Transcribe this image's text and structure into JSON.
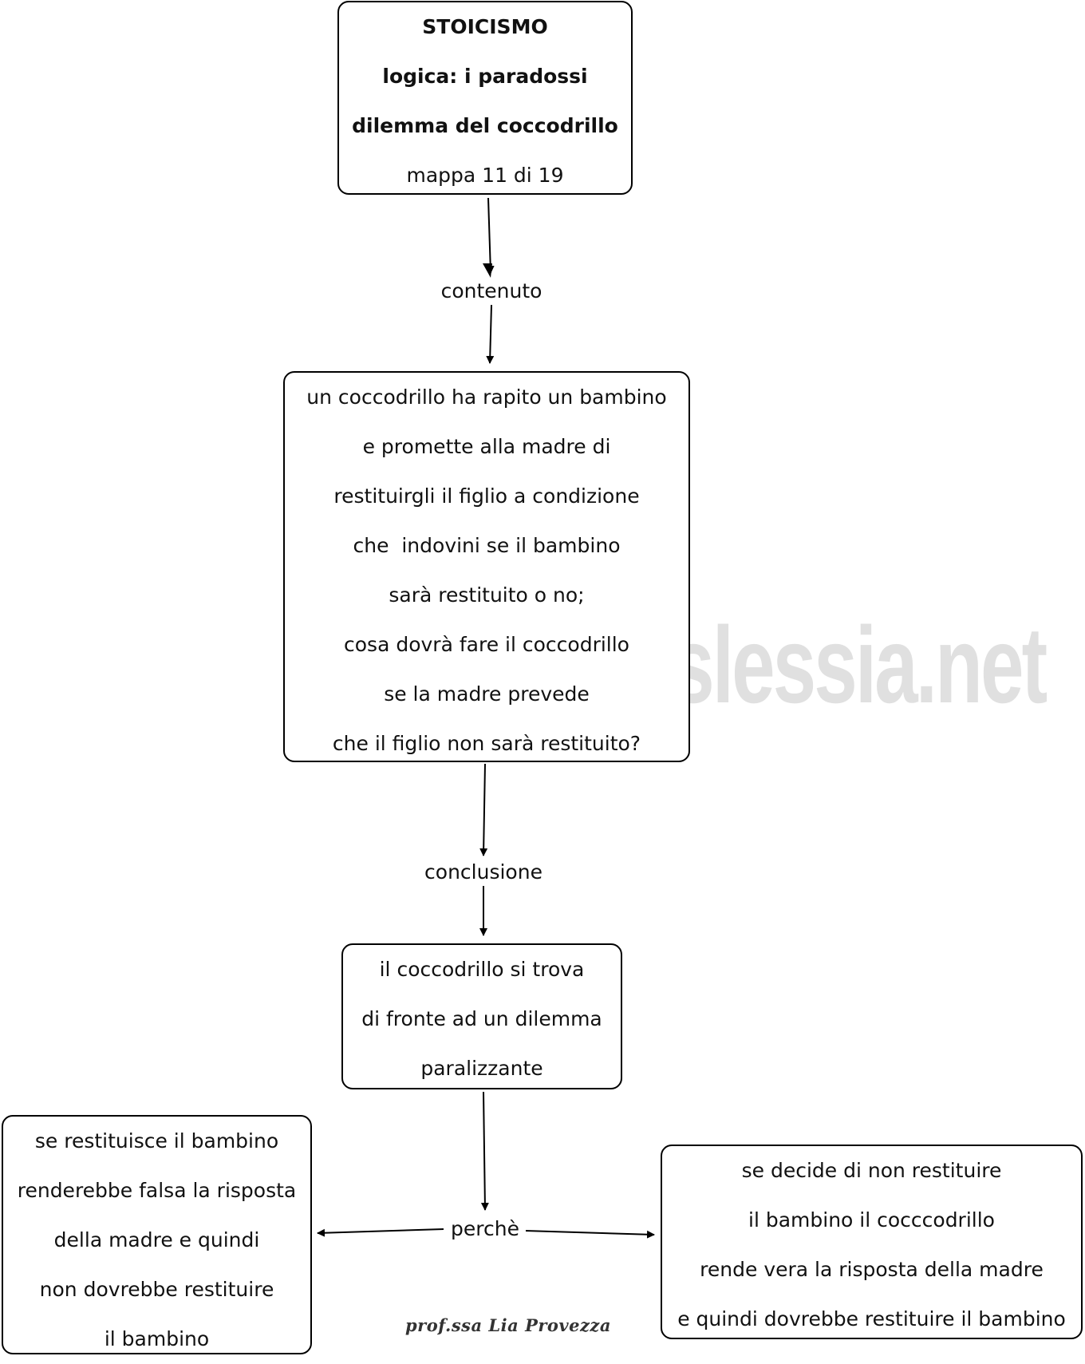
{
  "title_box": {
    "lines": [
      "STOICISMO",
      "logica: i paradossi",
      "dilemma del coccodrillo",
      "mappa 11 di 19"
    ]
  },
  "links": {
    "contenuto": "contenuto",
    "conclusione": "conclusione",
    "perche": "perchè"
  },
  "content_box": {
    "lines": [
      "un coccodrillo ha rapito un bambino",
      "e promette alla madre di",
      "restituirgli il figlio a condizione",
      "che  indovini se il bambino",
      "sarà restituito o no;",
      "cosa dovrà fare il coccodrillo",
      "se la madre prevede",
      "che il figlio non sarà restituito?"
    ]
  },
  "conclusion_box": {
    "lines": [
      "il coccodrillo si trova",
      "di fronte ad un dilemma",
      "paralizzante"
    ]
  },
  "left_box": {
    "lines": [
      "se restituisce il bambino",
      "renderebbe falsa la risposta",
      "della madre e quindi",
      "non dovrebbe restituire",
      "il bambino"
    ]
  },
  "right_box": {
    "lines": [
      "se decide di non restituire",
      "il bambino il cocccodrillo",
      "rende vera la risposta della madre",
      "e quindi dovrebbe restituire il bambino"
    ]
  },
  "watermark": "By AiutoDislessia.net",
  "signature": "prof.ssa Lia Provezza"
}
